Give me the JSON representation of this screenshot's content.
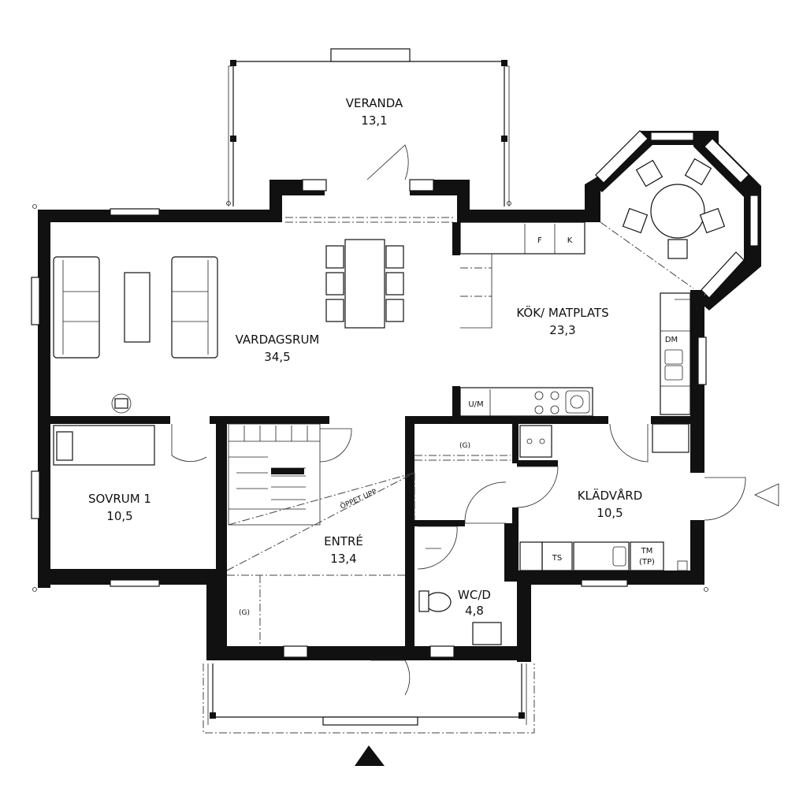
{
  "rooms": {
    "veranda": {
      "name": "VERANDA",
      "area": "13,1"
    },
    "vardagsrum": {
      "name": "VARDAGSRUM",
      "area": "34,5"
    },
    "kok": {
      "name": "KÖK/ MATPLATS",
      "area": "23,3"
    },
    "sovrum": {
      "name": "SOVRUM 1",
      "area": "10,5"
    },
    "entre": {
      "name": "ENTRÉ",
      "area": "13,4"
    },
    "kladvard": {
      "name": "KLÄDVÅRD",
      "area": "10,5"
    },
    "wc": {
      "name": "WC/D",
      "area": "4,8"
    }
  },
  "fixtures": {
    "fridge": "F",
    "freezer": "K",
    "dishwasher": "DM",
    "oven": "U/M",
    "storage_1": "(G)",
    "storage_2": "(G)",
    "dryer": "TS",
    "washer_line1": "TM",
    "washer_line2": "(TP)"
  },
  "annotations": {
    "open_above": "ÖPPET UPP"
  }
}
